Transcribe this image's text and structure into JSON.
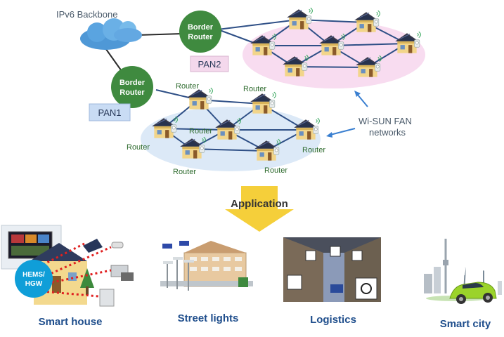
{
  "backbone_label": "IPv6 Backbone",
  "border_routers": [
    {
      "line1": "Border",
      "line2": "Router",
      "pan": "PAN2"
    },
    {
      "line1": "Border",
      "line2": "Router",
      "pan": "PAN1"
    }
  ],
  "router_label": "Router",
  "wisun": {
    "line1": "Wi-SUN FAN",
    "line2": "networks"
  },
  "application_label": "Application",
  "hems_label": {
    "line1": "HEMS/",
    "line2": "HGW"
  },
  "applications": [
    {
      "id": "smart-house",
      "label": "Smart house"
    },
    {
      "id": "street-lights",
      "label": "Street lights"
    },
    {
      "id": "logistics",
      "label": "Logistics"
    },
    {
      "id": "smart-city",
      "label": "Smart city"
    }
  ],
  "colors": {
    "router_green": "#3f8a3f",
    "pan1_ellipse": "#dce9f7",
    "pan2_ellipse": "#f8dcf0",
    "link_blue": "#2e4f86",
    "arrow_yellow": "#f5cf3a",
    "title_blue": "#1f4e8c"
  }
}
